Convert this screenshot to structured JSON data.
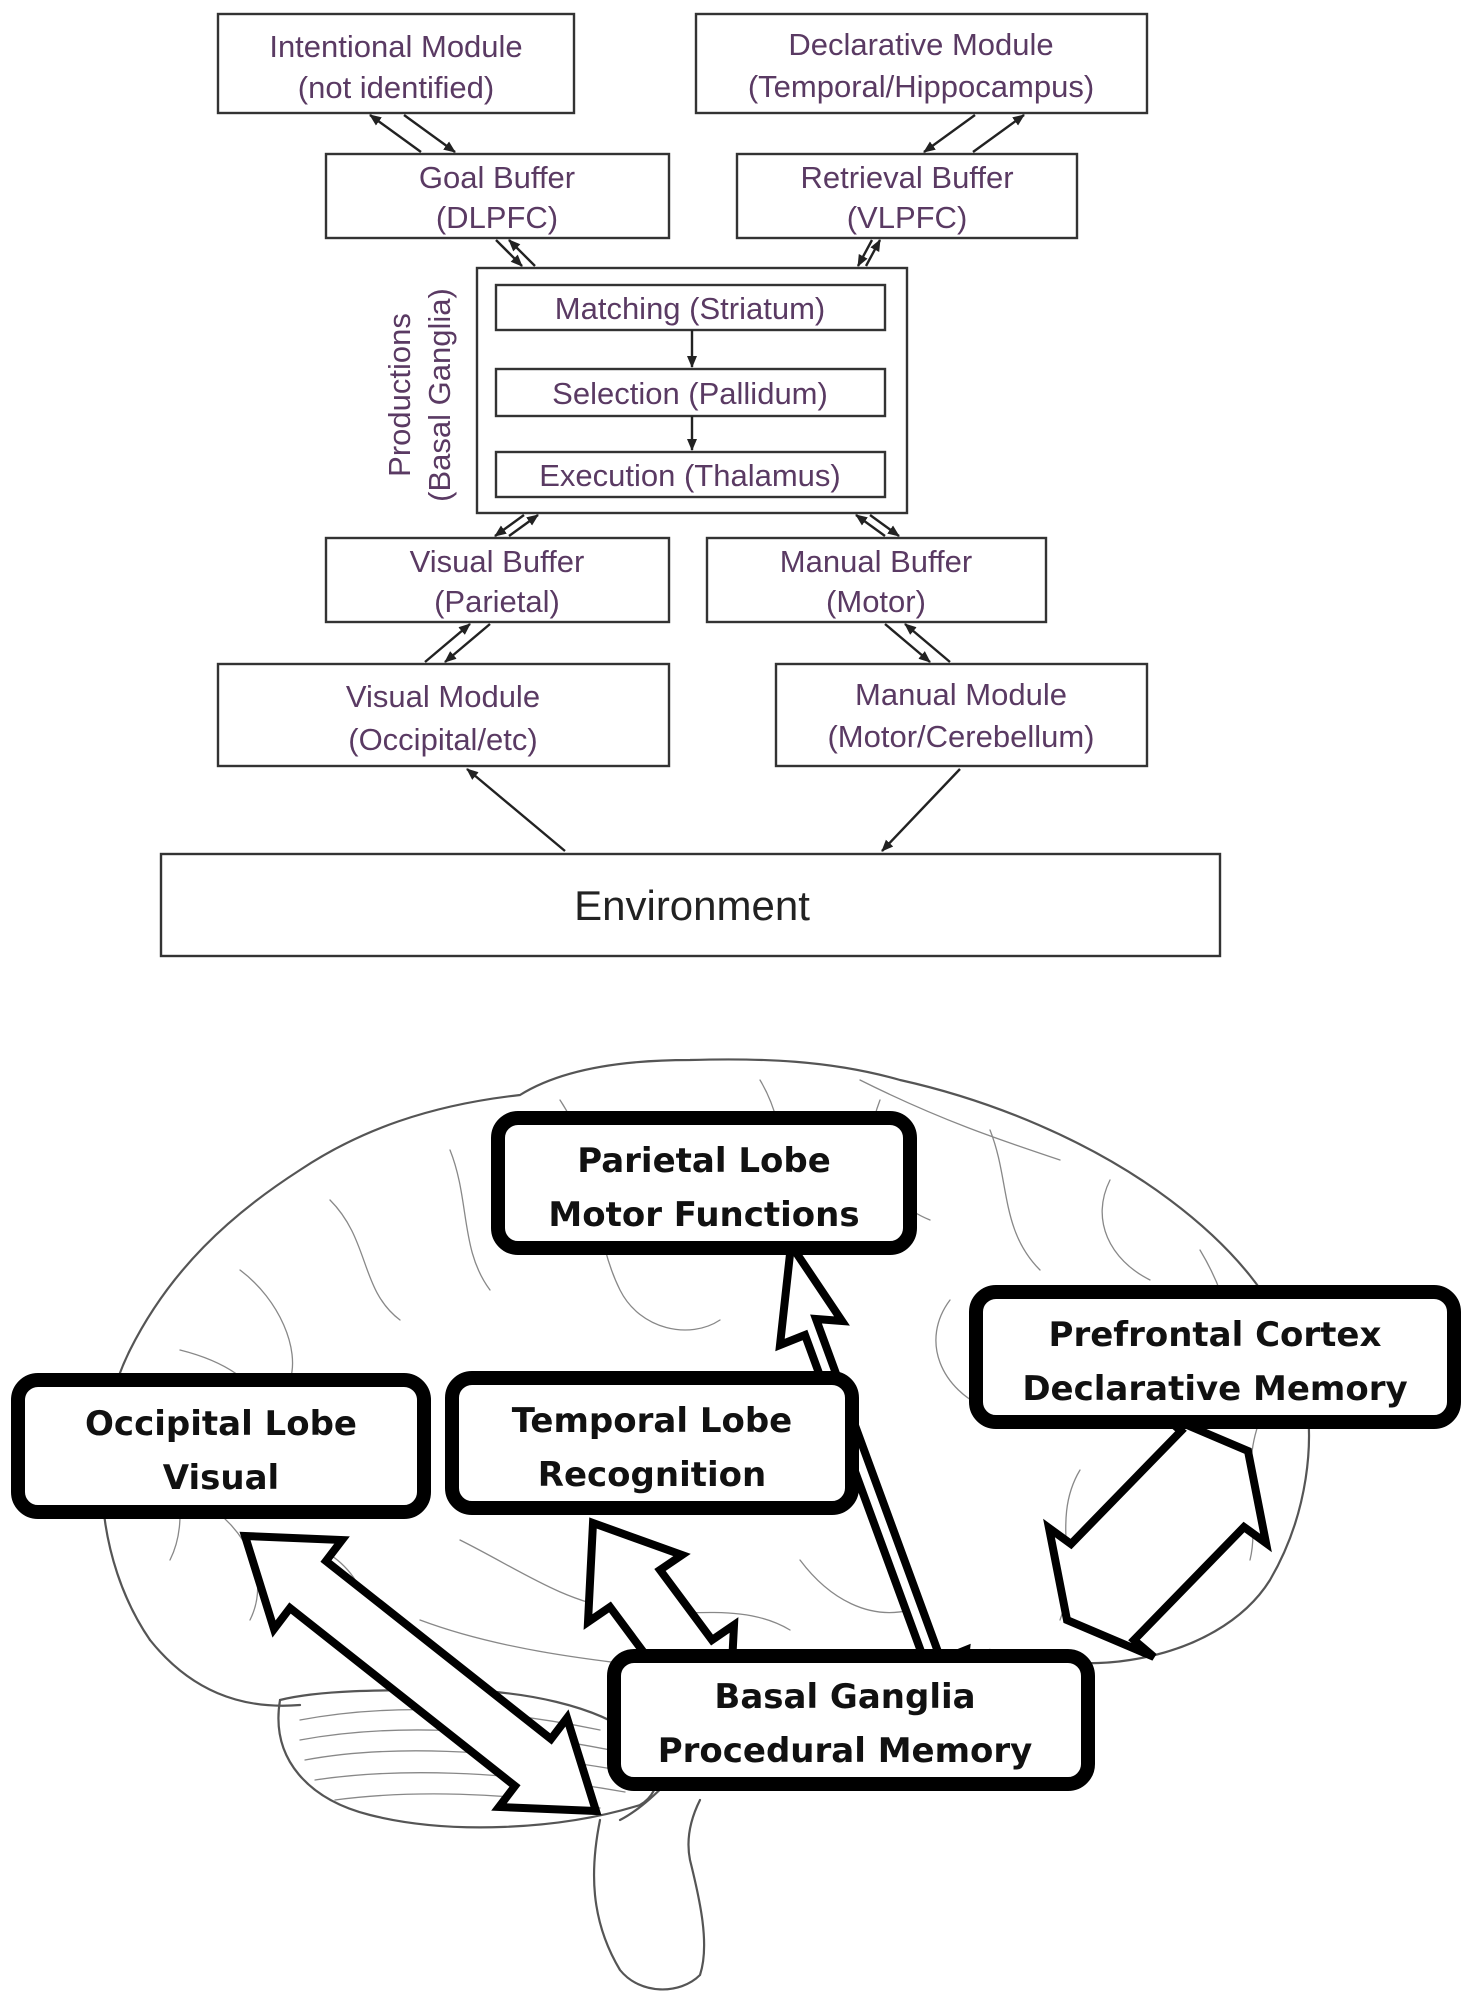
{
  "architecture": {
    "modules": {
      "intentional": {
        "line1": "Intentional Module",
        "line2": "(not identified)"
      },
      "declarative": {
        "line1": "Declarative Module",
        "line2": "(Temporal/Hippocampus)"
      },
      "visual": {
        "line1": "Visual Module",
        "line2": "(Occipital/etc)"
      },
      "manual": {
        "line1": "Manual Module",
        "line2": "(Motor/Cerebellum)"
      }
    },
    "buffers": {
      "goal": {
        "line1": "Goal Buffer",
        "line2": "(DLPFC)"
      },
      "retrieval": {
        "line1": "Retrieval Buffer",
        "line2": "(VLPFC)"
      },
      "visual": {
        "line1": "Visual Buffer",
        "line2": "(Parietal)"
      },
      "manual": {
        "line1": "Manual Buffer",
        "line2": "(Motor)"
      }
    },
    "productions": {
      "label_line1": "Productions",
      "label_line2": "(Basal Ganglia)",
      "stages": [
        "Matching (Striatum)",
        "Selection (Pallidum)",
        "Execution (Thalamus)"
      ]
    },
    "environment": "Environment"
  },
  "brain_regions": {
    "parietal": {
      "line1": "Parietal Lobe",
      "line2": "Motor Functions"
    },
    "prefrontal": {
      "line1": "Prefrontal Cortex",
      "line2": "Declarative Memory"
    },
    "occipital": {
      "line1": "Occipital Lobe",
      "line2": "Visual"
    },
    "temporal": {
      "line1": "Temporal Lobe",
      "line2": "Recognition"
    },
    "basal": {
      "line1": "Basal Ganglia",
      "line2": "Procedural Memory"
    }
  }
}
